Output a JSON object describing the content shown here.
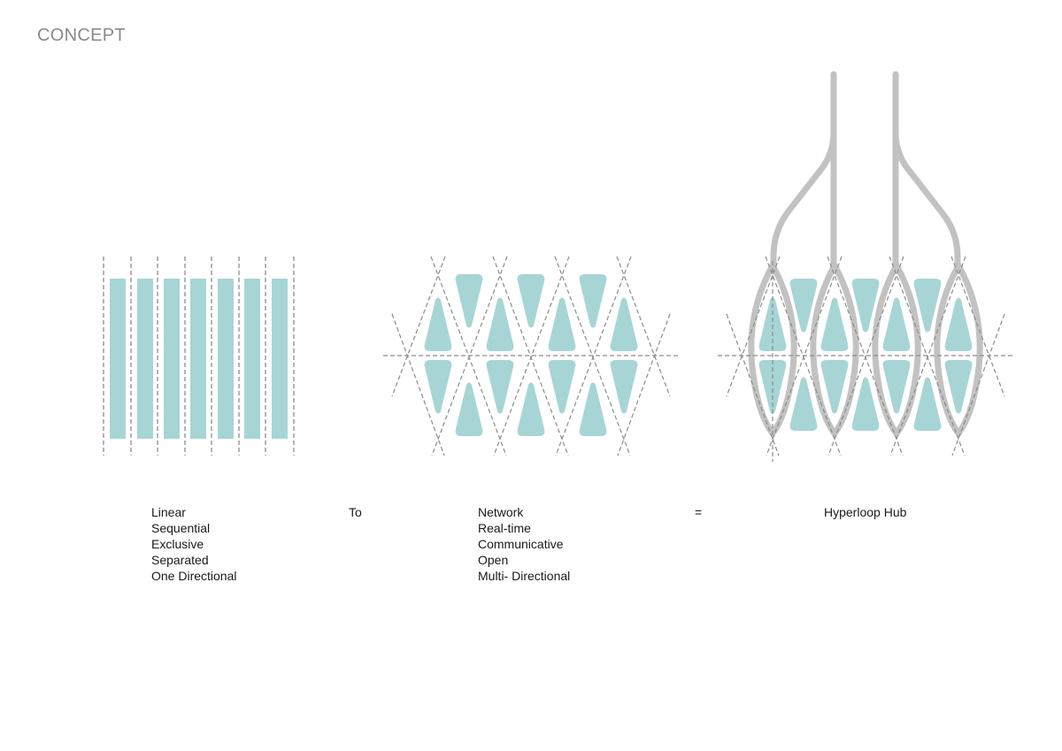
{
  "page": {
    "title": "CONCEPT"
  },
  "colors": {
    "teal": "#a7d5d6",
    "dash": "#8c8c8c",
    "tube": "#c2c2c2",
    "title": "#8a8a8a",
    "text": "#1a1a1a"
  },
  "columns": {
    "linear": {
      "items": [
        "Linear",
        "Sequential",
        "Exclusive",
        "Separated",
        "One Directional"
      ]
    },
    "connector_to": "To",
    "network": {
      "items": [
        "Network",
        "Real-time",
        "Communicative",
        "Open",
        "Multi- Directional"
      ]
    },
    "connector_equals": "=",
    "hub": {
      "items": [
        "Hyperloop Hub"
      ]
    }
  },
  "diagrams": {
    "linear": {
      "bars": 7,
      "guide_lines": 8
    },
    "network": {
      "upper_row_shapes": 7,
      "lower_row_shapes": 7
    },
    "hub": {
      "tubes_vertical": 2,
      "tube_loops": 4
    }
  }
}
